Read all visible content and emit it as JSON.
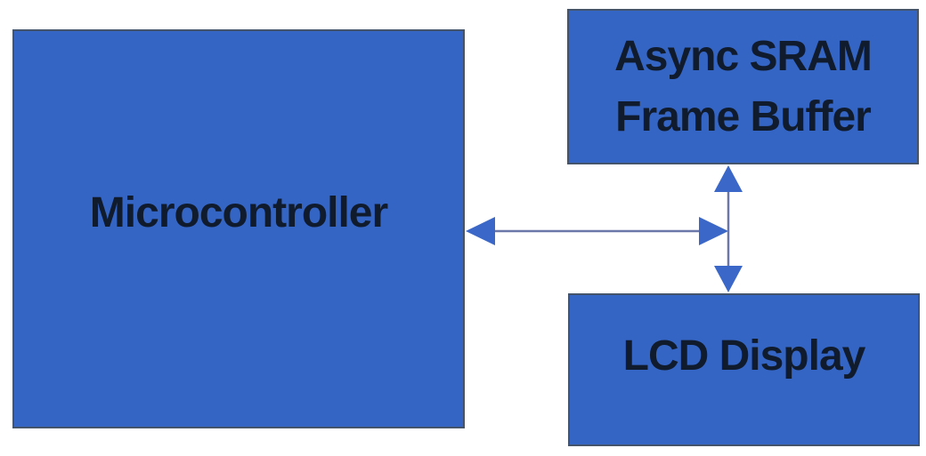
{
  "diagram": {
    "background_color": "#ffffff",
    "colors": {
      "box_fill": "#3565c4",
      "box_border": "#44546a",
      "arrow_head_fill": "#3b68c8",
      "arrow_line": "#6b77a8",
      "label_text": "#101b2e"
    },
    "nodes": [
      {
        "id": "microcontroller",
        "label": "Microcontroller"
      },
      {
        "id": "async-sram-frame-buffer",
        "label": "Async SRAM Frame Buffer",
        "line1": "Async SRAM",
        "line2": "Frame Buffer"
      },
      {
        "id": "lcd-display",
        "label": "LCD Display"
      }
    ],
    "connections": [
      {
        "from": "microcontroller",
        "to": "memory-bus",
        "style": "bidirectional",
        "orientation": "horizontal"
      },
      {
        "from": "async-sram-frame-buffer",
        "to": "lcd-display",
        "style": "bidirectional",
        "orientation": "vertical"
      }
    ]
  }
}
